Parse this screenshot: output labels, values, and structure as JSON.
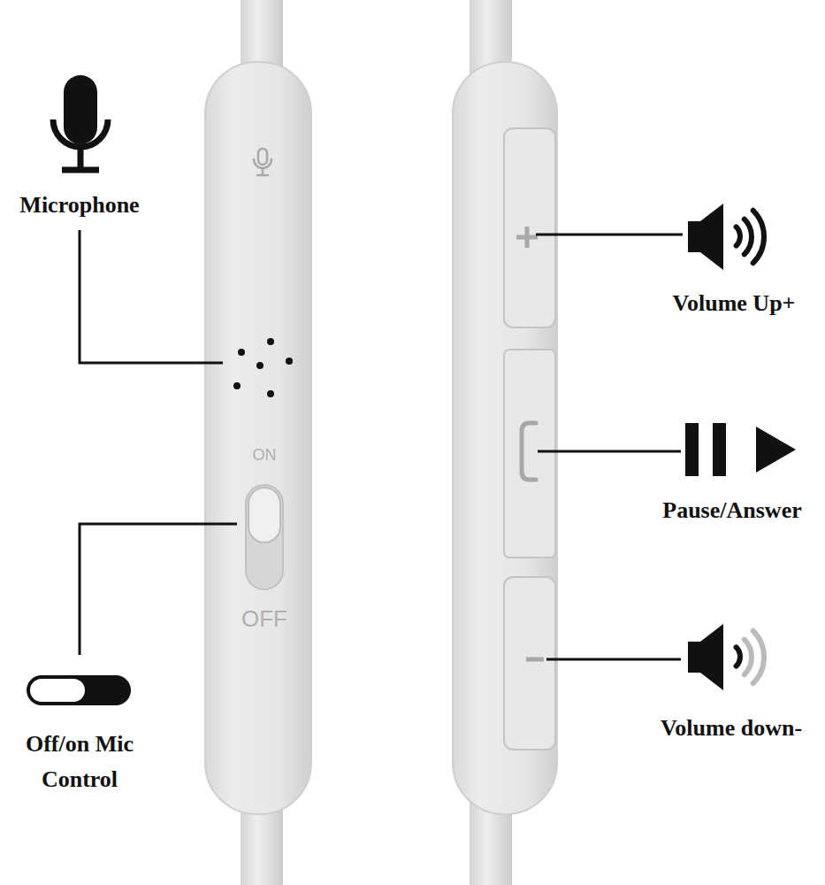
{
  "diagram": {
    "labels": [
      "Microphone",
      "Off/on Mic Control",
      "Volume Up+",
      "Pause/Answer",
      "Volume down-",
      "ON",
      "OFF"
    ]
  }
}
